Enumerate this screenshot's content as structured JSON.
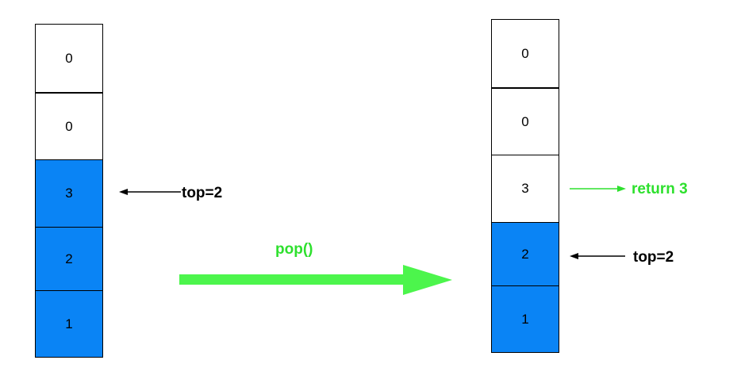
{
  "colors": {
    "filled": "#0a84f5",
    "empty": "#ffffff",
    "border": "#000000",
    "pop_arrow": "#4cf54c",
    "return_text": "#2ee02e",
    "pointer": "#000000"
  },
  "left_stack": {
    "cells": [
      {
        "value": "0",
        "filled": false
      },
      {
        "value": "0",
        "filled": false
      },
      {
        "value": "3",
        "filled": true
      },
      {
        "value": "2",
        "filled": true
      },
      {
        "value": "1",
        "filled": true
      }
    ],
    "pointer_label": "top=2"
  },
  "operation": {
    "label": "pop()"
  },
  "right_stack": {
    "cells": [
      {
        "value": "0",
        "filled": false
      },
      {
        "value": "0",
        "filled": false
      },
      {
        "value": "3",
        "filled": false
      },
      {
        "value": "2",
        "filled": true
      },
      {
        "value": "1",
        "filled": true
      }
    ],
    "return_label": "return 3",
    "pointer_label": "top=2"
  }
}
